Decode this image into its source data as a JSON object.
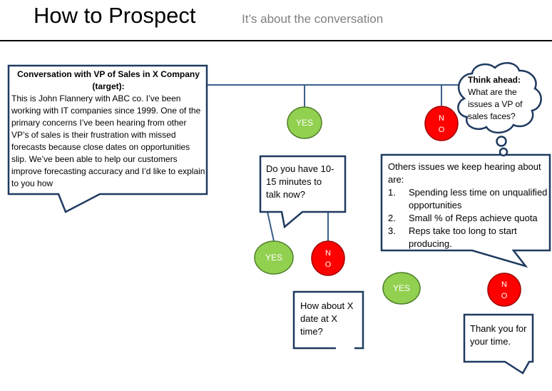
{
  "header": {
    "title": "How to Prospect",
    "subtitle": "It’s about the conversation"
  },
  "opening": {
    "heading": "Conversation with VP of Sales in X Company (target):",
    "body": "This is John Flannery with ABC co.  I’ve been working with IT companies since 1999.  One of the primary concerns I’ve been hearing from other VP’s of sales is their frustration with missed forecasts because close dates on opportunities slip.  We’ve been able to help our customers improve forecasting accuracy and I’d like to explain to you how"
  },
  "think_ahead": {
    "heading": "Think ahead:",
    "body": "What are the issues  a VP of sales faces?"
  },
  "time_question": {
    "text": "Do you have 10-15 minutes to talk now?"
  },
  "other_issues": {
    "intro": "Others issues we keep hearing about are:",
    "items": [
      {
        "num": "1.",
        "text": "Spending less time on unqualified opportunities"
      },
      {
        "num": "2.",
        "text": "Small % of Reps achieve quota"
      },
      {
        "num": "3.",
        "text": "Reps take too long to start producing."
      }
    ]
  },
  "reschedule": {
    "text": "How about X date at X time?"
  },
  "closing": {
    "text": "Thank you for your time."
  },
  "decisions": {
    "yes": "YES",
    "no_top": "N",
    "no_bottom": "O"
  },
  "colors": {
    "yes_fill": "#92d050",
    "yes_stroke": "#4f7f2a",
    "no_fill": "#ff0000",
    "no_stroke": "#a00000",
    "connector": "#3a5f8a",
    "callout_border": "#1f3a60",
    "subtitle": "#7f7f7f"
  }
}
